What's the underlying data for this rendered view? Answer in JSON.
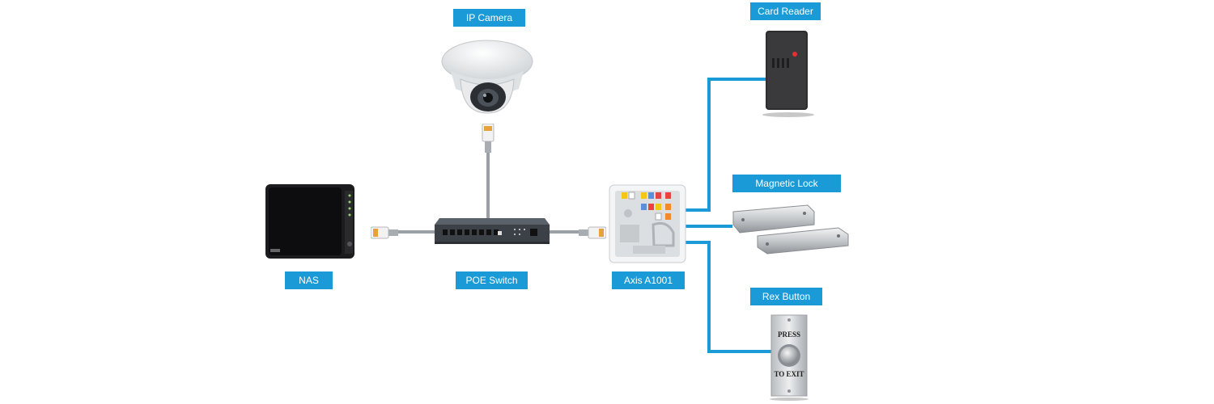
{
  "colors": {
    "label_bg": "#1a9ad6",
    "line_blue": "#1a9ad6",
    "cable_gray": "#9aa0a6"
  },
  "labels": {
    "ip_camera": "IP Camera",
    "card_reader": "Card Reader",
    "magnetic_lock": "Magnetic Lock",
    "rex_button": "Rex Button",
    "nas": "NAS",
    "poe_switch": "POE Switch",
    "axis": "Axis A1001"
  },
  "rex_button_text": {
    "top": "PRESS",
    "bottom": "TO EXIT"
  },
  "connections": [
    {
      "from": "ip_camera",
      "to": "poe_switch",
      "type": "ethernet"
    },
    {
      "from": "nas",
      "to": "poe_switch",
      "type": "ethernet"
    },
    {
      "from": "poe_switch",
      "to": "axis",
      "type": "ethernet"
    },
    {
      "from": "axis",
      "to": "card_reader",
      "type": "wire"
    },
    {
      "from": "axis",
      "to": "magnetic_lock",
      "type": "wire"
    },
    {
      "from": "axis",
      "to": "rex_button",
      "type": "wire"
    }
  ]
}
